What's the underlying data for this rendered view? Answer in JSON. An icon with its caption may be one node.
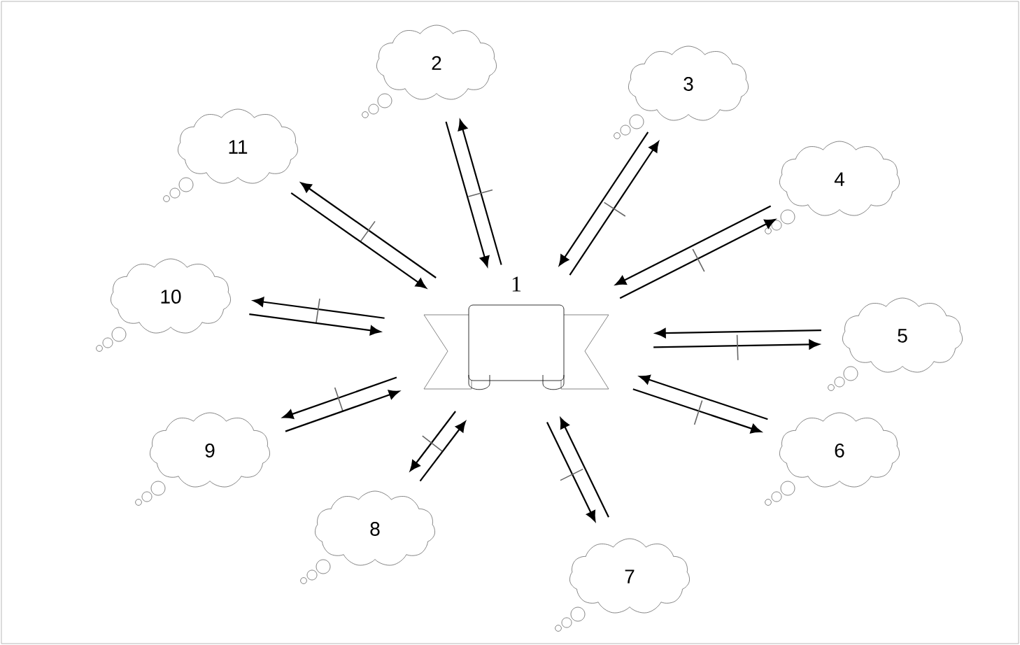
{
  "diagram": {
    "nodes": [
      {
        "text": [
          "1"
        ]
      },
      {
        "text": [
          "2"
        ]
      },
      {
        "text": [
          "3"
        ]
      },
      {
        "text": [
          "4"
        ]
      },
      {
        "text": [
          "5"
        ]
      },
      {
        "text": [
          "6"
        ]
      },
      {
        "text": [
          "7"
        ]
      },
      {
        "text": [
          "8"
        ]
      },
      {
        "text": [
          "9"
        ]
      },
      {
        "text": [
          "10"
        ]
      },
      {
        "text": [
          "11"
        ]
      }
    ],
    "edges": [
      {
        "from": 0,
        "to": 1,
        "arrow": "to"
      },
      {
        "from": 1,
        "to": 0,
        "arrow": "to"
      },
      {
        "from": 0,
        "to": 2,
        "arrow": "to"
      },
      {
        "from": 2,
        "to": 0,
        "arrow": "to"
      },
      {
        "from": 0,
        "to": 3,
        "arrow": "to"
      },
      {
        "from": 3,
        "to": 0,
        "arrow": "to"
      },
      {
        "from": 0,
        "to": 4,
        "arrow": "to"
      },
      {
        "from": 4,
        "to": 0,
        "arrow": "to"
      },
      {
        "from": 0,
        "to": 5,
        "arrow": "to"
      },
      {
        "from": 5,
        "to": 0,
        "arrow": "to"
      },
      {
        "from": 0,
        "to": 6,
        "arrow": "to"
      },
      {
        "from": 6,
        "to": 0,
        "arrow": "to"
      },
      {
        "from": 0,
        "to": 7,
        "arrow": "to"
      },
      {
        "from": 7,
        "to": 0,
        "arrow": "to"
      },
      {
        "from": 0,
        "to": 8,
        "arrow": "to"
      },
      {
        "from": 8,
        "to": 0,
        "arrow": "to"
      },
      {
        "from": 0,
        "to": 9,
        "arrow": "to"
      },
      {
        "from": 9,
        "to": 0,
        "arrow": "to"
      },
      {
        "from": 0,
        "to": 10,
        "arrow": "to"
      },
      {
        "from": 10,
        "to": 0,
        "arrow": "to"
      }
    ]
  }
}
